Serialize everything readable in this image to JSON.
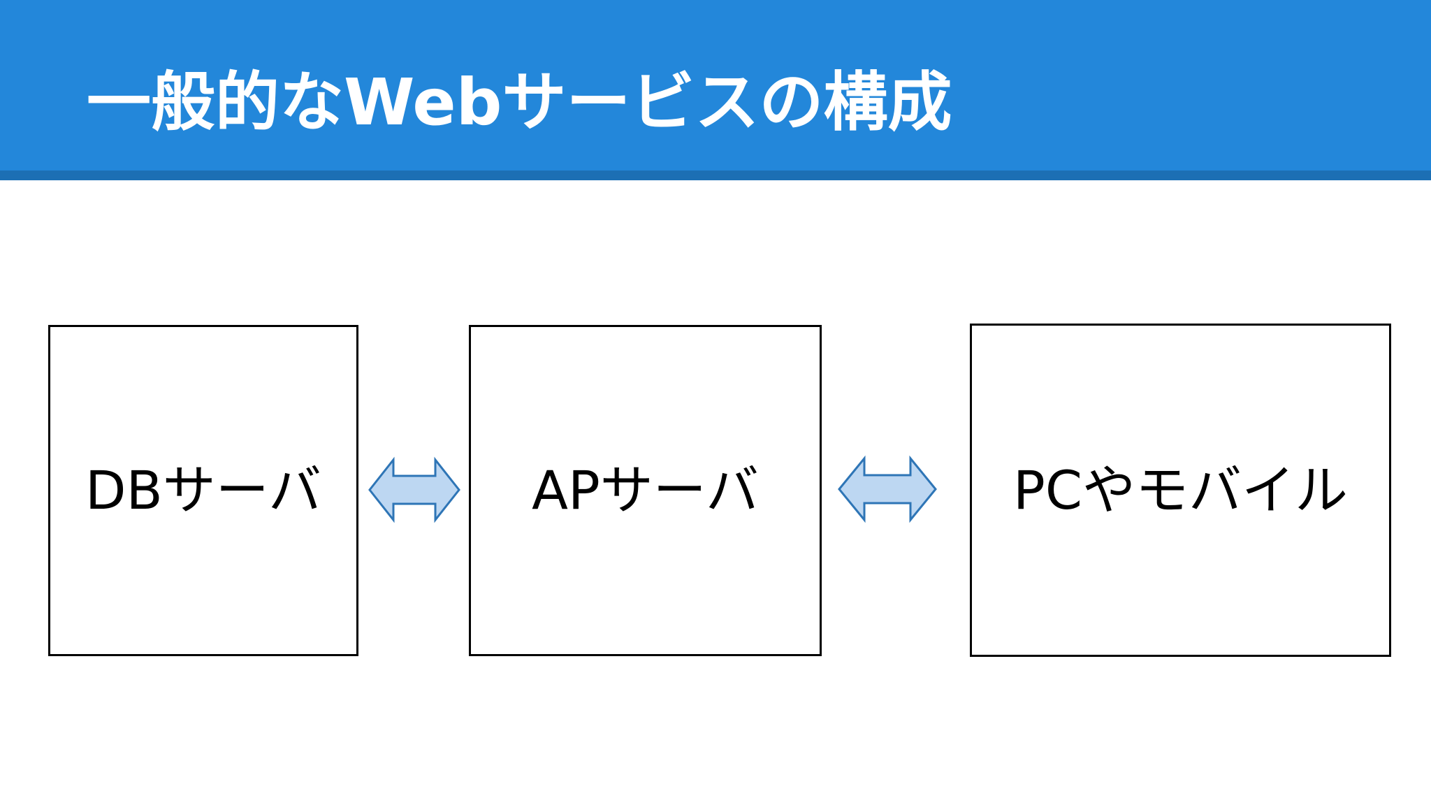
{
  "slide": {
    "title": "一般的なWebサービスの構成",
    "background_color": "#FFFFFF",
    "banner_color": "#2387DA",
    "banner_rule_color": "#1C6FB4",
    "title_color": "#FFFFFF"
  },
  "diagram": {
    "type": "flow",
    "node_border_color": "#000000",
    "node_fill_color": "#FFFFFF",
    "node_text_color": "#000000",
    "arrow_fill_color": "#BDD7F2",
    "arrow_stroke_color": "#2E75B6",
    "nodes": [
      {
        "id": "db-server",
        "label": "DBサーバ"
      },
      {
        "id": "ap-server",
        "label": "APサーバ"
      },
      {
        "id": "client",
        "label": "PCやモバイル"
      }
    ],
    "connectors": [
      {
        "id": "db-ap",
        "icon": "double-arrow-horizontal-icon",
        "from": "db-server",
        "to": "ap-server",
        "direction": "bidirectional"
      },
      {
        "id": "ap-client",
        "icon": "double-arrow-horizontal-icon",
        "from": "ap-server",
        "to": "client",
        "direction": "bidirectional"
      }
    ]
  }
}
